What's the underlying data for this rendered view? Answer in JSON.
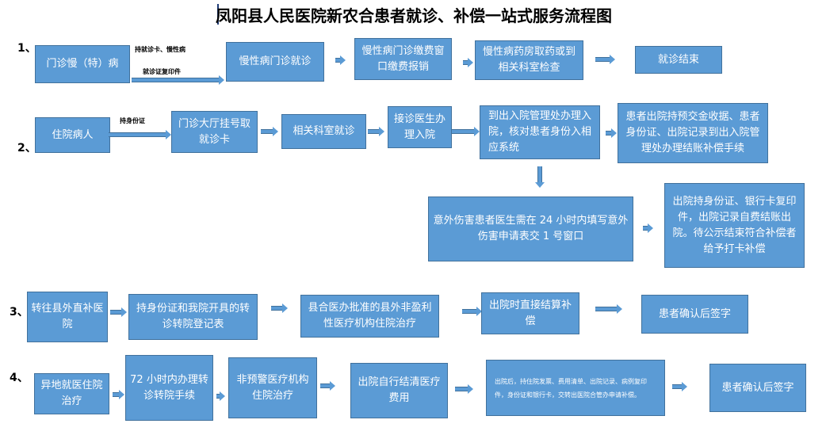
{
  "title": "凤阳县人民医院新农合患者就诊、补偿一站式服务流程图",
  "colors": {
    "box_fill": "#5b9bd5",
    "box_border": "#41719c",
    "text_on_box": "#ffffff"
  },
  "rows": {
    "r1": {
      "number": "1、",
      "label_top": "持就诊卡、慢性病",
      "label_bottom": "就诊证复印件",
      "steps": [
        "门诊慢（特）病",
        "慢性病门诊就诊",
        "慢性病门诊缴费窗口缴费报销",
        "慢性病药房取药或到相关科室检查",
        "就诊结束"
      ]
    },
    "r2": {
      "number": "2、",
      "label": "持身份证",
      "steps": [
        "住院病人",
        "门诊大厅挂号取就诊卡",
        "相关科室就诊",
        "接诊医生办理入院",
        "到出入院管理处办理入院，核对患者身份入相应系统",
        "患者出院持预交金收据、患者身份证、出院记录到出入院管理处办理结账补偿手续"
      ],
      "injury": "意外伤害患者医生需在 24 小时内填写意外伤害申请表交 1 号窗口",
      "injury_discharge": "出院持身份证、银行卡复印件，出院记录自费结账出院。待公示结束符合补偿者给予打卡补偿"
    },
    "r3": {
      "number": "3、",
      "steps": [
        "转往县外直补医院",
        "持身份证和我院开具的转诊转院登记表",
        "县合医办批准的县外非盈利性医疗机构住院治疗",
        "出院时直接结算补偿",
        "患者确认后签字"
      ]
    },
    "r4": {
      "number": "4、",
      "steps": [
        "异地就医住院治疗",
        "72 小时内办理转诊转院手续",
        "非预警医疗机构住院治疗",
        "出院自行结清医疗费用",
        "出院后，持住院发票、费用清单、出院记录、病例复印件，身份证和银行卡，交转出医院合管办申请补偿。",
        "患者确认后签字"
      ]
    }
  }
}
